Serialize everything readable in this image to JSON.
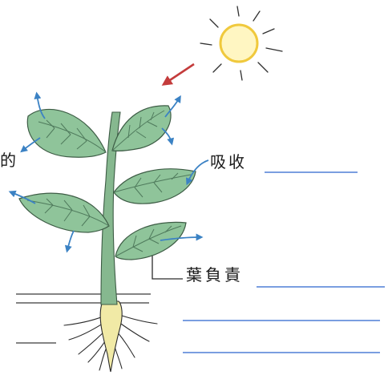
{
  "labels": {
    "left_fragment": "的",
    "absorb": "吸收",
    "leaf_responsible": "葉負責"
  },
  "colors": {
    "leaf_fill": "#8fc49a",
    "leaf_outline": "#3d5c45",
    "vein": "#4f7a5c",
    "stem": "#86b88f",
    "root_bulb": "#f1eaa6",
    "root_line": "#2b2b2b",
    "transpiration_arrow": "#3b82c4",
    "sun_ring": "#f0c93d",
    "sun_rays": "#2f2f2f",
    "light_arrow": "#c43c3c",
    "answer_line": "#4f7fd6",
    "ground_line": "#3a3a3a"
  },
  "icons": {
    "sun": "sun-icon",
    "light_arrow": "red-arrow-icon"
  }
}
